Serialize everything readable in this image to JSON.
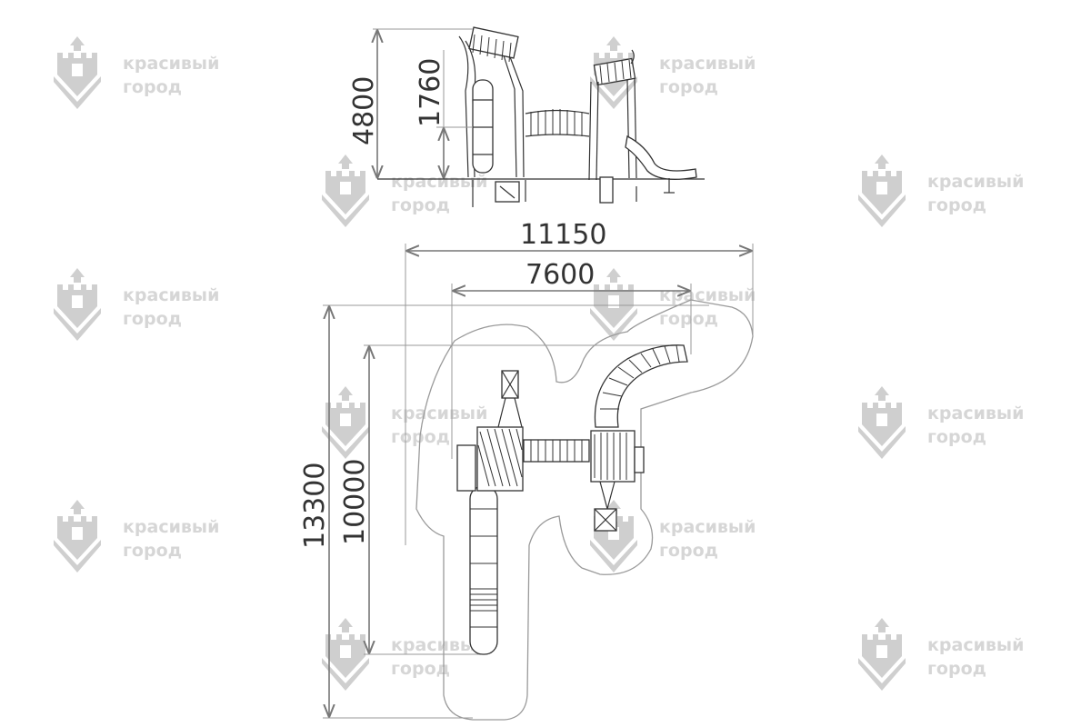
{
  "watermark": {
    "line1": "красивый",
    "line2": "город",
    "color": "#c9c9c9"
  },
  "side_view": {
    "dims": {
      "total_height": "4800",
      "platform_height": "1760"
    }
  },
  "plan_view": {
    "dims": {
      "overall_width": "11150",
      "equipment_width": "7600",
      "overall_length": "13300",
      "equipment_length": "10000"
    }
  },
  "colors": {
    "line": "#333333",
    "dimension": "#777777",
    "zone": "#9a9a9a"
  }
}
